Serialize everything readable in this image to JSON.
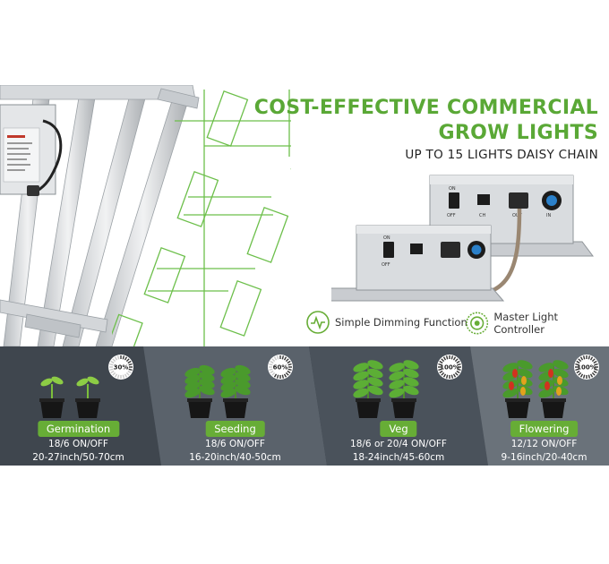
{
  "header": {
    "title_line1": "COST-EFFECTIVE COMMERCIAL",
    "title_line2": "GROW LIGHTS",
    "subtitle": "UP TO 15 LIGHTS DAISY CHAIN"
  },
  "features": [
    {
      "label": "Simple Dimming Function",
      "icon": "waveform-icon"
    },
    {
      "label": "Master Light Controller",
      "icon": "controller-icon"
    }
  ],
  "controller_labels": {
    "on": "ON",
    "off": "OFF",
    "ch": "CH",
    "daisy_chain_in": "IN",
    "daisy_chain_out": "OUT"
  },
  "stages": [
    {
      "name": "Germination",
      "brightness": "30%",
      "level": 0.3,
      "schedule": "18/6 ON/OFF",
      "distance": "20-27inch/50-70cm",
      "plant": "sprout"
    },
    {
      "name": "Seeding",
      "brightness": "60%",
      "level": 0.6,
      "schedule": "18/6 ON/OFF",
      "distance": "16-20inch/40-50cm",
      "plant": "seedling"
    },
    {
      "name": "Veg",
      "brightness": "100%",
      "level": 1.0,
      "schedule": "18/6 or 20/4 ON/OFF",
      "distance": "18-24inch/45-60cm",
      "plant": "vegetative"
    },
    {
      "name": "Flowering",
      "brightness": "100%",
      "level": 1.0,
      "schedule": "12/12 ON/OFF",
      "distance": "9-16inch/20-40cm",
      "plant": "flowering"
    }
  ],
  "colors": {
    "brand_green": "#5aa836",
    "badge_green": "#67ad36",
    "panel_dark": "#3a414a",
    "panel_mid": "#4d555e",
    "chain_green": "#6cbf4a"
  }
}
